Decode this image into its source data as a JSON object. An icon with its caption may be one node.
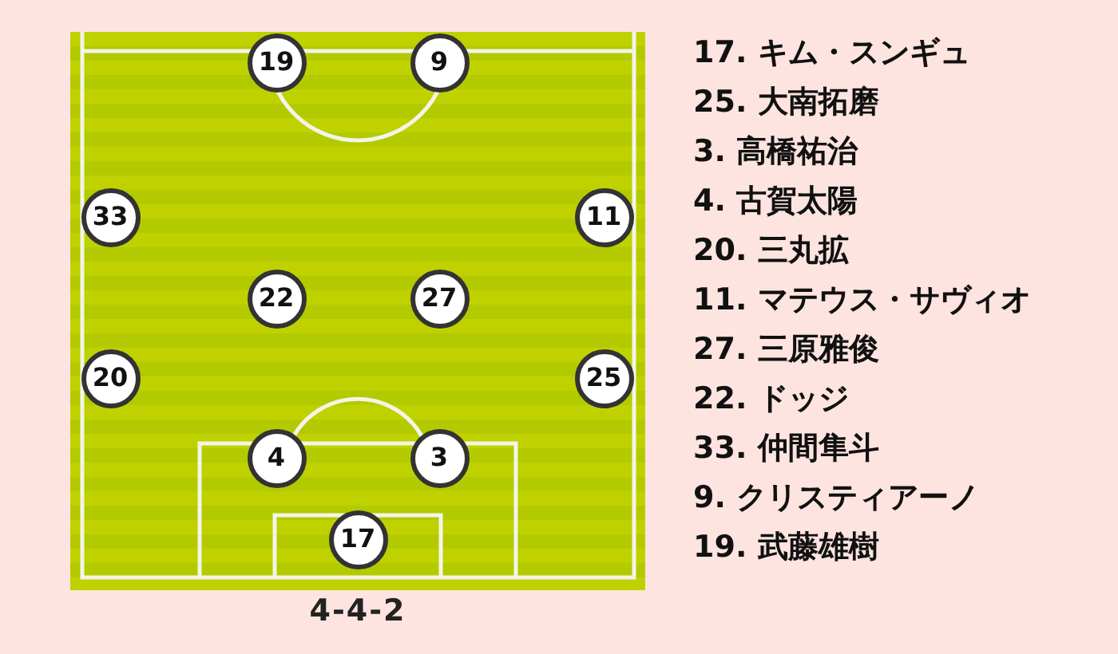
{
  "diagram": {
    "caption": "4-4-2",
    "nodes": [
      {
        "text": [
          "19"
        ]
      },
      {
        "text": [
          "9"
        ]
      },
      {
        "text": [
          "33"
        ]
      },
      {
        "text": [
          "11"
        ]
      },
      {
        "text": [
          "22"
        ]
      },
      {
        "text": [
          "27"
        ]
      },
      {
        "text": [
          "20"
        ]
      },
      {
        "text": [
          "25"
        ]
      },
      {
        "text": [
          "4"
        ]
      },
      {
        "text": [
          "3"
        ]
      },
      {
        "text": [
          "17"
        ]
      }
    ],
    "labels": [
      "17. キム・スンギュ",
      "25. 大南拓磨",
      "3. 高橋祐治",
      "4. 古賀太陽",
      "20. 三丸拡",
      "11. マテウス・サヴィオ",
      "27. 三原雅俊",
      "22. ドッジ",
      "33. 仲間隼斗",
      "9. クリスティアーノ",
      "19. 武藤雄樹"
    ]
  }
}
